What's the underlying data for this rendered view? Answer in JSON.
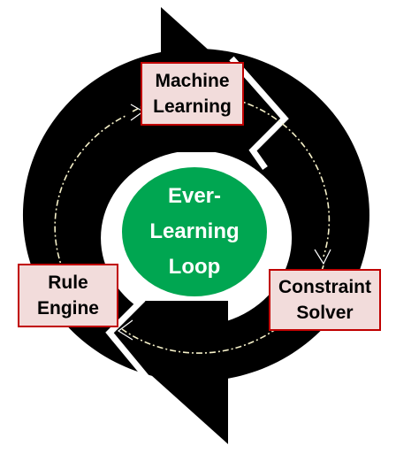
{
  "diagram": {
    "center": {
      "lines": [
        "Ever-",
        "Learning",
        "Loop"
      ],
      "fill": "#00a651"
    },
    "nodes": [
      {
        "id": "machine-learning",
        "lines": [
          "Machine",
          "Learning"
        ]
      },
      {
        "id": "constraint-solver",
        "lines": [
          "Constraint",
          "Solver"
        ]
      },
      {
        "id": "rule-engine",
        "lines": [
          "Rule",
          "Engine"
        ]
      }
    ],
    "colors": {
      "ring": "#000000",
      "node_fill": "#f2dcdb",
      "node_border": "#c00000",
      "flow_line": "#f5f0c8"
    }
  }
}
